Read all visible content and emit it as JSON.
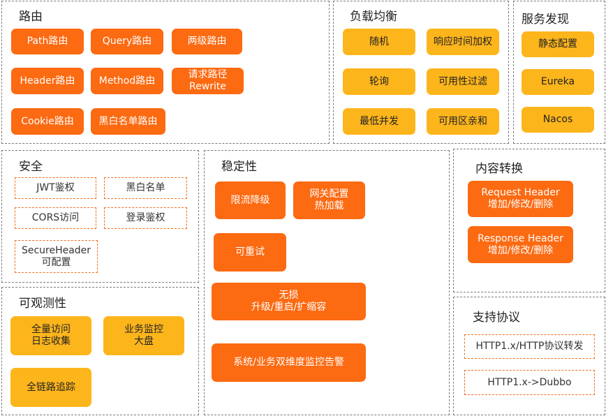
{
  "panels": {
    "routing": {
      "title": "路由",
      "items": [
        "Path路由",
        "Query路由",
        "两级路由",
        "Header路由",
        "Method路由",
        "请求路径",
        "Rewrite",
        "Cookie路由",
        "黑白名单路由"
      ]
    },
    "lb": {
      "title": "负载均衡",
      "items": [
        "随机",
        "响应时间加权",
        "轮询",
        "可用性过滤",
        "最低并发",
        "可用区亲和"
      ]
    },
    "discovery": {
      "title": "服务发现",
      "items": [
        "静态配置",
        "Eureka",
        "Nacos"
      ]
    },
    "security": {
      "title": "安全",
      "items": [
        "JWT鉴权",
        "黑白名单",
        "CORS访问",
        "登录鉴权",
        "SecureHeader",
        "可配置"
      ]
    },
    "stability": {
      "title": "稳定性",
      "items": [
        "限流降级",
        "网关配置",
        "热加载",
        "可重试",
        "无损",
        "升级/重启/扩缩容",
        "系统/业务双维度监控告警"
      ]
    },
    "transform": {
      "title": "内容转换",
      "items": [
        "Request  Header",
        "增加/修改/删除",
        "Response  Header",
        "增加/修改/删除"
      ]
    },
    "observability": {
      "title": "可观测性",
      "items": [
        "全量访问",
        "日志收集",
        "业务监控",
        "大盘",
        "全链路追踪"
      ]
    },
    "protocol": {
      "title": "支持协议",
      "items": [
        "HTTP1.x/HTTP协议转发",
        "HTTP1.x->Dubbo"
      ]
    }
  },
  "colors": {
    "orange": "#fc6a12",
    "yellow": "#fdb51c",
    "border": "#7a7a7a"
  }
}
